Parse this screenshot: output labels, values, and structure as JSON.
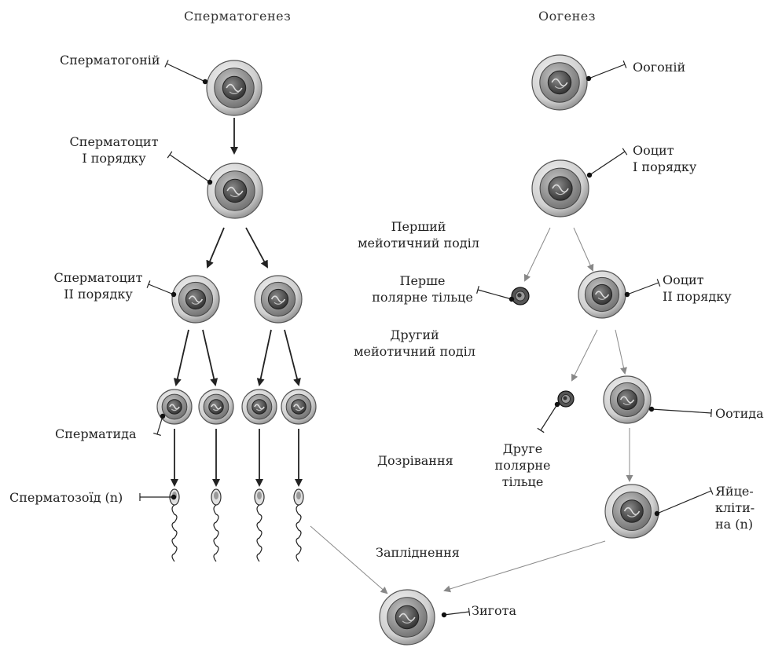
{
  "headers": {
    "spermatogenesis": "Сперматогенез",
    "oogenesis": "Оогенез"
  },
  "labels": {
    "spermatogonium": "Сперматогоній",
    "spermatocyte1": "Сперматоцит\nI порядку",
    "spermatocyte2": "Сперматоцит\nII порядку",
    "spermatid": "Сперматида",
    "spermatozoon": "Сперматозоїд (n)",
    "oogonium": "Оогоній",
    "oocyte1": "Ооцит\nI порядку",
    "oocyte2": "Ооцит\nII порядку",
    "first_polar_body": "Перше\nполярне тільце",
    "second_polar_body": "Друге\nполярне\nтільце",
    "ootid": "Оотида",
    "egg": "Яйце-\nклiти-\nна (n)",
    "zygote": "Зигота"
  },
  "stages": {
    "meiosis1": "Перший\nмейотичний поділ",
    "meiosis2": "Другий\nмейотичний поділ",
    "maturation": "Дозрівання",
    "fertilization": "Запліднення"
  },
  "colors": {
    "ink": "#222222",
    "cell_outer": "#dcdcdc",
    "cell_inner": "#a8a8a8",
    "nucleus": "#4a4a4a",
    "guide_line": "#999999"
  }
}
